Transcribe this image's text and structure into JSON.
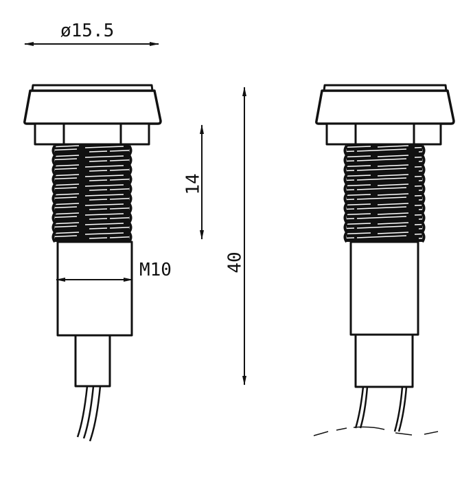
{
  "drawing": {
    "type": "technical drawing",
    "subject": "panel mount indicator / LED holder with threaded body",
    "views": [
      {
        "name": "front-view-dimensioned",
        "position": "left"
      },
      {
        "name": "side-view",
        "position": "right"
      }
    ],
    "dimensions": {
      "cap_diameter": "ø15.5",
      "thread_length": "14",
      "total_length": "40",
      "thread_size": "M10"
    },
    "colors": {
      "line": "#111111",
      "background": "#ffffff"
    }
  }
}
